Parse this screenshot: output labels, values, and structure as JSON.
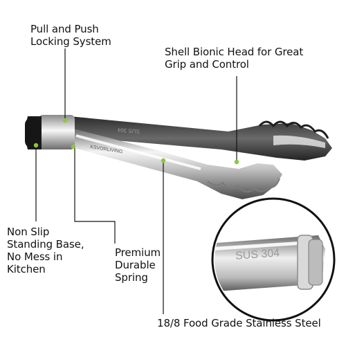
{
  "callouts": {
    "pull_push": [
      "Pull and Push",
      "Locking System"
    ],
    "shell_bionic": [
      "Shell Bionic Head for Great",
      "Grip and Control"
    ],
    "non_slip": [
      "Non Slip",
      "Standing Base,",
      "No Mess in",
      "Kitchen"
    ],
    "premium_spring": [
      "Premium",
      "Durable",
      "Spring"
    ],
    "food_grade": "18/8 Food Grade Stainless Steel"
  },
  "engravings": {
    "brand_mark": "KSVORLIVING",
    "handle_mark": "SUS 304",
    "inset_mark": "SUS 304"
  },
  "colors": {
    "accent": "#8cc63f",
    "leader": "#111111",
    "steel_light": "#f4f4f4",
    "steel_dark": "#5a5a5a",
    "base_black": "#1a1a1a"
  }
}
